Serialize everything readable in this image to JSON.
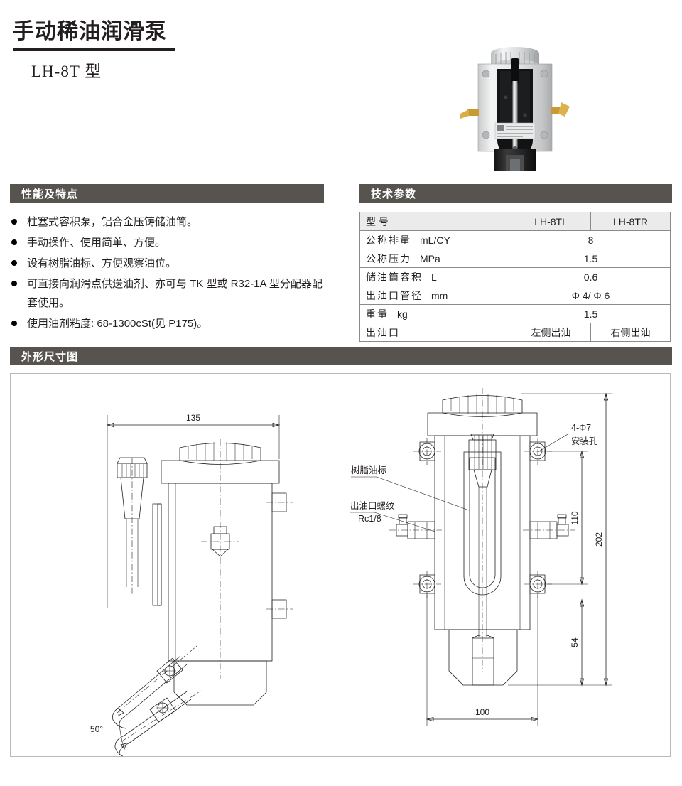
{
  "header": {
    "main_title": "手动稀油润滑泵",
    "sub_title": "LH-8T 型",
    "photo_alt": "manual-oil-lubrication-pump-photo"
  },
  "features": {
    "section_title": "性能及特点",
    "items": [
      "柱塞式容积泵，铝合金压铸储油筒。",
      "手动操作、使用简单、方便。",
      "设有树脂油标、方便观察油位。",
      "可直接向润滑点供送油剂、亦可与 TK 型或 R32-1A 型分配器配套使用。",
      "使用油剂粘度: 68-1300cSt(见 P175)。"
    ]
  },
  "specs": {
    "section_title": "技术参数",
    "header": {
      "label": "型  号",
      "model_left": "LH-8TL",
      "model_right": "LH-8TR"
    },
    "rows": [
      {
        "name": "公称排量",
        "unit": "mL/CY",
        "value": "8",
        "split": false
      },
      {
        "name": "公称压力",
        "unit": "MPa",
        "value": "1.5",
        "split": false
      },
      {
        "name": "储油筒容积",
        "unit": "L",
        "value": "0.6",
        "split": false
      },
      {
        "name": "出油口管径",
        "unit": "mm",
        "value": "Φ 4/ Φ 6",
        "split": false
      },
      {
        "name": "重量",
        "unit": "kg",
        "value": "1.5",
        "split": false
      },
      {
        "name": "出油口",
        "unit": "",
        "value_left": "左侧出油",
        "value_right": "右侧出油",
        "split": true
      }
    ]
  },
  "dimension_drawing": {
    "section_title": "外形尺寸图",
    "dimensions": {
      "width_side": "135",
      "height_total": "202",
      "height_mount": "110",
      "height_lower": "54",
      "width_front": "100",
      "lever_angle": "50°"
    },
    "annotations": {
      "mount_hole": "4-Φ7",
      "mount_hole_label": "安装孔",
      "oil_gauge": "树脂油标",
      "outlet_thread_line1": "出油口螺纹",
      "outlet_thread_line2": "Rc1/8"
    }
  },
  "colors": {
    "section_bar": "#57534f",
    "table_header_bg": "#ebebeb",
    "text": "#231f20",
    "panel_border": "#b9b9b9"
  }
}
